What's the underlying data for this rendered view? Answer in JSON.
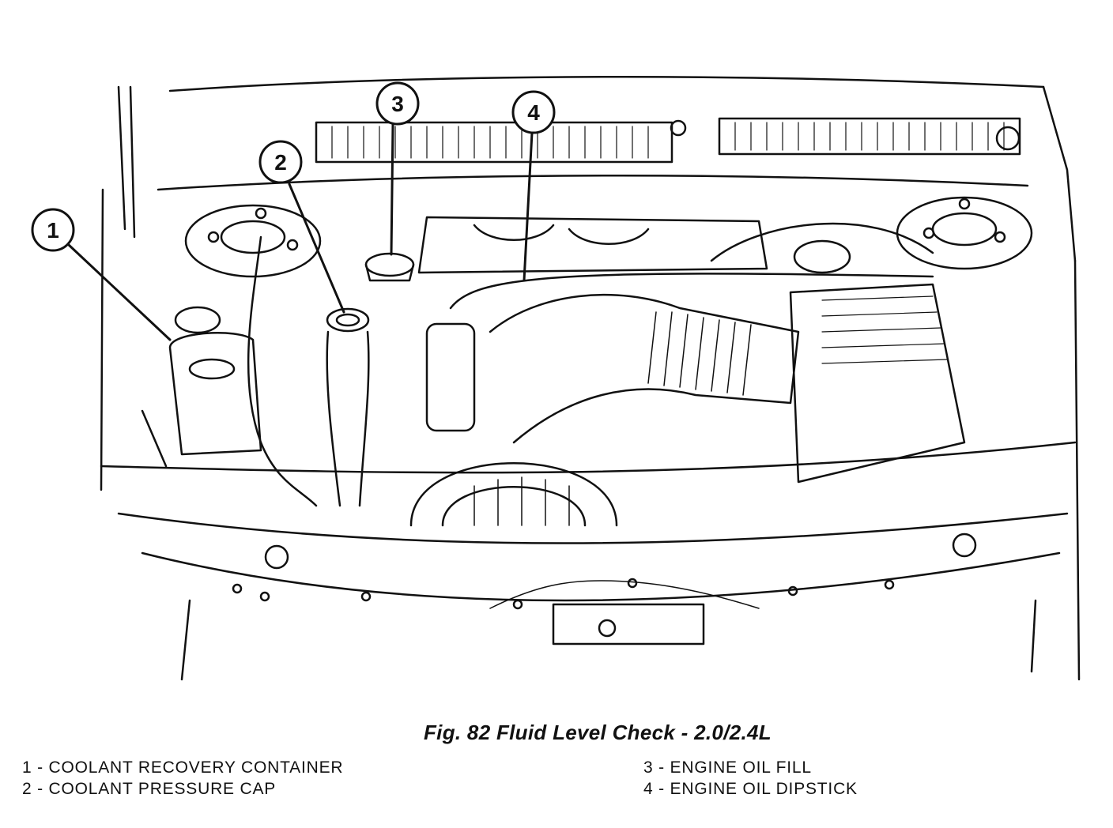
{
  "figure": {
    "caption": "Fig. 82 Fluid Level Check - 2.0/2.4L"
  },
  "callouts": [
    {
      "number": "1",
      "label": "1 - COOLANT RECOVERY CONTAINER"
    },
    {
      "number": "2",
      "label": "2 - COOLANT PRESSURE CAP"
    },
    {
      "number": "3",
      "label": "3 - ENGINE OIL FILL"
    },
    {
      "number": "4",
      "label": "4 - ENGINE OIL DIPSTICK"
    }
  ]
}
